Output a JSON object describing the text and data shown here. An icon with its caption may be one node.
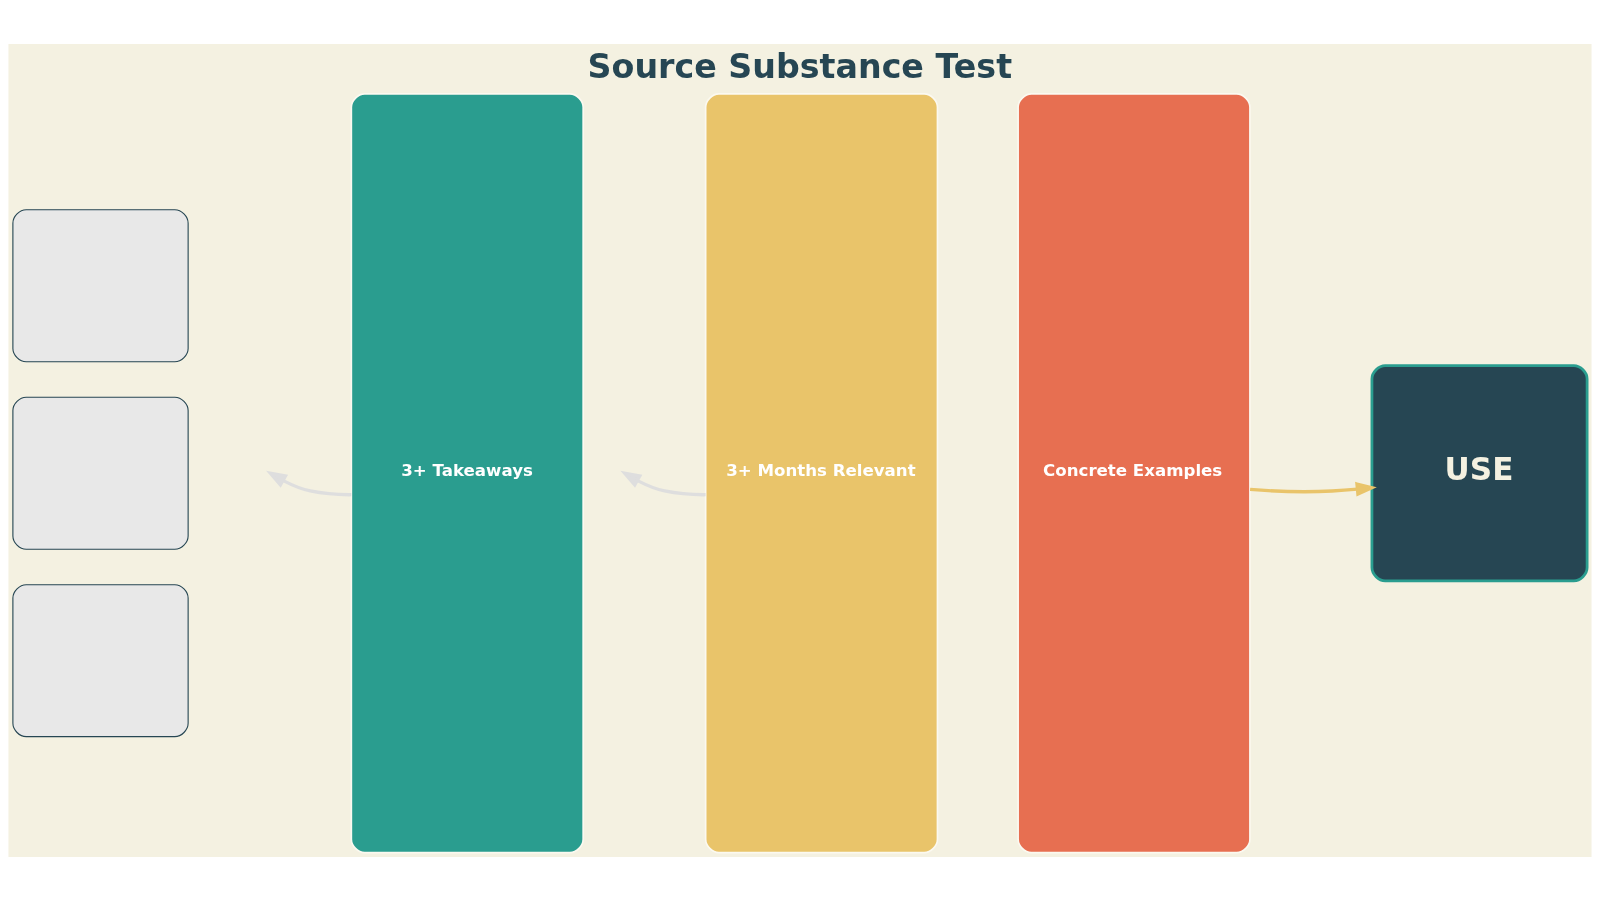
{
  "diagram": {
    "title": "Source Substance Test",
    "nodes": [
      {
        "text": [],
        "shape": "box"
      },
      {
        "text": [],
        "shape": "box"
      },
      {
        "text": [],
        "shape": "box"
      },
      {
        "text": [
          "3+ Takeaways"
        ]
      },
      {
        "text": [
          "3+ Months Relevant"
        ]
      },
      {
        "text": [
          "Concrete Examples"
        ]
      },
      {
        "text": [
          "USE"
        ]
      }
    ],
    "edges": [
      {
        "from": 3,
        "to": null,
        "arrow": "to"
      },
      {
        "from": 4,
        "to": null,
        "arrow": "to"
      },
      {
        "from": 5,
        "to": 6,
        "arrow": "to",
        "color": "#e9c46a"
      }
    ]
  }
}
